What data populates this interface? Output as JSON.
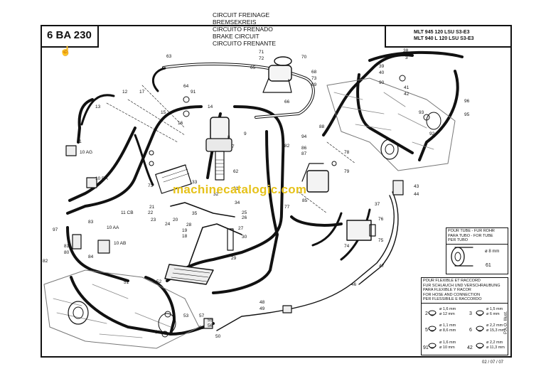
{
  "page_code": "6 BA 230",
  "titles": [
    "CIRCUIT FREINAGE",
    "BREMSEKREIS",
    "CIRCUITO FRENADO",
    "BRAKE CIRCUIT",
    "CIRCUITO FRENANTE"
  ],
  "models": [
    "MLT 945 120 LSU S3-E3",
    "MLT 940 L 120 LSU S3-E3"
  ],
  "watermark": "machinecatalogic.com",
  "footer_date": "02 / 07 / 07",
  "illustration_code": "P.A.O. Illust.",
  "tube_box": {
    "title": [
      "POUR TUBE - FUR ROHR",
      "PARA TUBO - FOR TUBE",
      "PER TUBO"
    ],
    "diameter": "ø 8 mm",
    "ref": "61"
  },
  "hose_box": {
    "title": [
      "POUR FLEXIBLE ET RACCORD",
      "FUR SCHLAUCH UND VERSCHRAUBUNG",
      "PARA FLEXIBLE Y RACOR",
      "FOR HOSE AND CONNECTION",
      "PER FLESSIBILE E RACCORDO"
    ],
    "rows": [
      {
        "left_ref": "2",
        "left_sizes": [
          "ø 1,6 mm",
          "ø 12 mm"
        ],
        "right_ref": "3",
        "right_sizes": [
          "ø 1,5 mm",
          "ø 6 mm"
        ]
      },
      {
        "left_ref": "5",
        "left_sizes": [
          "ø 1,1 mm",
          "ø 8,6 mm"
        ],
        "right_ref": "6",
        "right_sizes": [
          "ø 2,2 mm",
          "ø 15,3 mm"
        ]
      },
      {
        "left_ref": "91",
        "left_sizes": [
          "ø 1,6 mm",
          "ø 10 mm"
        ],
        "right_ref": "42",
        "right_sizes": [
          "ø 2,2 mm",
          "ø 11,3 mm"
        ]
      }
    ]
  },
  "callouts": [
    {
      "t": "63"
    },
    {
      "t": "71"
    },
    {
      "t": "72"
    },
    {
      "t": "70"
    },
    {
      "t": "65"
    },
    {
      "t": "66"
    },
    {
      "t": "68"
    },
    {
      "t": "73"
    },
    {
      "t": "69"
    },
    {
      "t": "38"
    },
    {
      "t": "3"
    },
    {
      "t": "39"
    },
    {
      "t": "40"
    },
    {
      "t": "90"
    },
    {
      "t": "41"
    },
    {
      "t": "42"
    },
    {
      "t": "12"
    },
    {
      "t": "17"
    },
    {
      "t": "64"
    },
    {
      "t": "91"
    },
    {
      "t": "15"
    },
    {
      "t": "16"
    },
    {
      "t": "14"
    },
    {
      "t": "13"
    },
    {
      "t": "11"
    },
    {
      "t": "10 AG"
    },
    {
      "t": "88"
    },
    {
      "t": "94"
    },
    {
      "t": "86"
    },
    {
      "t": "87"
    },
    {
      "t": "82"
    },
    {
      "t": "78"
    },
    {
      "t": "79"
    },
    {
      "t": "96"
    },
    {
      "t": "95"
    },
    {
      "t": "93"
    },
    {
      "t": "92"
    },
    {
      "t": "62"
    },
    {
      "t": "10 BA"
    },
    {
      "t": "73"
    },
    {
      "t": "33"
    },
    {
      "t": "31"
    },
    {
      "t": "77"
    },
    {
      "t": "85"
    },
    {
      "t": "44"
    },
    {
      "t": "43"
    },
    {
      "t": "37"
    },
    {
      "t": "11 CB"
    },
    {
      "t": "22"
    },
    {
      "t": "23"
    },
    {
      "t": "35"
    },
    {
      "t": "34"
    },
    {
      "t": "25"
    },
    {
      "t": "26"
    },
    {
      "t": "27"
    },
    {
      "t": "24"
    },
    {
      "t": "28"
    },
    {
      "t": "19"
    },
    {
      "t": "18"
    },
    {
      "t": "30"
    },
    {
      "t": "29"
    },
    {
      "t": "76"
    },
    {
      "t": "74"
    },
    {
      "t": "75"
    },
    {
      "t": "97"
    },
    {
      "t": "83"
    },
    {
      "t": "84"
    },
    {
      "t": "10 AA"
    },
    {
      "t": "10 AB"
    },
    {
      "t": "81"
    },
    {
      "t": "82"
    },
    {
      "t": "80"
    },
    {
      "t": "47"
    },
    {
      "t": "46"
    },
    {
      "t": "48"
    },
    {
      "t": "49"
    },
    {
      "t": "52"
    },
    {
      "t": "51"
    },
    {
      "t": "53"
    },
    {
      "t": "54"
    },
    {
      "t": "55"
    },
    {
      "t": "56"
    },
    {
      "t": "57"
    },
    {
      "t": "58"
    },
    {
      "t": "50"
    },
    {
      "t": "9"
    },
    {
      "t": "7"
    },
    {
      "t": "8"
    },
    {
      "t": "21"
    },
    {
      "t": "20"
    },
    {
      "t": "32"
    }
  ]
}
